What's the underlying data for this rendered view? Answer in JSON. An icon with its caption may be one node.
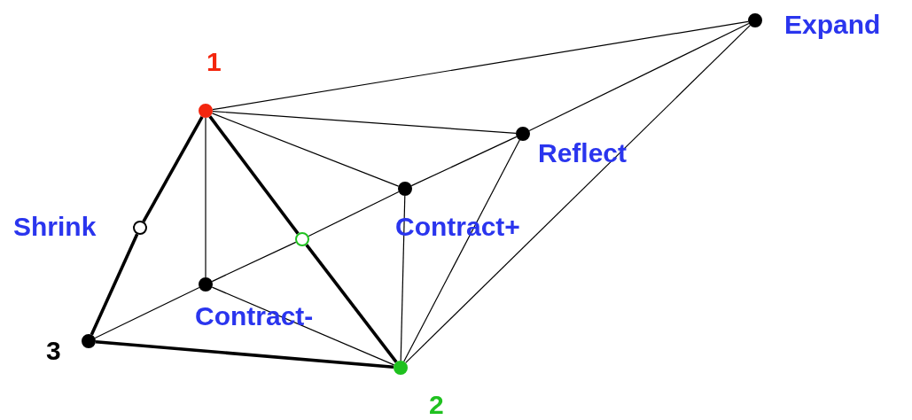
{
  "diagram": {
    "nodes": [
      {
        "text": [],
        "shape": "circle",
        "beside": [
          "Expand"
        ]
      },
      {
        "text": [],
        "shape": "circle",
        "beside": [
          "1"
        ]
      },
      {
        "text": [],
        "shape": "circle",
        "beside": [
          "Reflect"
        ]
      },
      {
        "text": [],
        "shape": "circle",
        "beside": [
          "Contract+"
        ]
      },
      {
        "text": [],
        "shape": "circle",
        "beside": [
          "Shrink"
        ]
      },
      {
        "text": [],
        "shape": "circle"
      },
      {
        "text": [],
        "shape": "circle",
        "beside": [
          "Contract-"
        ]
      },
      {
        "text": [],
        "shape": "circle",
        "beside": [
          "3"
        ]
      },
      {
        "text": [],
        "shape": "circle",
        "beside": [
          "2"
        ]
      }
    ],
    "edges": [
      {
        "from": 1,
        "to": 4,
        "arrow": "none",
        "style": "thick"
      },
      {
        "from": 4,
        "to": 7,
        "arrow": "none",
        "style": "thick"
      },
      {
        "from": 1,
        "to": 5,
        "arrow": "none",
        "style": "thick"
      },
      {
        "from": 5,
        "to": 8,
        "arrow": "none",
        "style": "thick"
      },
      {
        "from": 7,
        "to": 8,
        "arrow": "none",
        "style": "thick"
      },
      {
        "from": 1,
        "to": 0,
        "arrow": "none"
      },
      {
        "from": 8,
        "to": 0,
        "arrow": "none"
      },
      {
        "from": 1,
        "to": 2,
        "arrow": "none"
      },
      {
        "from": 8,
        "to": 2,
        "arrow": "none"
      },
      {
        "from": 1,
        "to": 3,
        "arrow": "none"
      },
      {
        "from": 8,
        "to": 3,
        "arrow": "none"
      },
      {
        "from": 1,
        "to": 6,
        "arrow": "none"
      },
      {
        "from": 8,
        "to": 6,
        "arrow": "none"
      },
      {
        "from": 7,
        "to": 6,
        "arrow": "none"
      },
      {
        "from": 6,
        "to": 5,
        "arrow": "none"
      },
      {
        "from": 5,
        "to": 3,
        "arrow": "none"
      },
      {
        "from": 3,
        "to": 2,
        "arrow": "none"
      },
      {
        "from": 2,
        "to": 0,
        "arrow": "none"
      }
    ]
  }
}
